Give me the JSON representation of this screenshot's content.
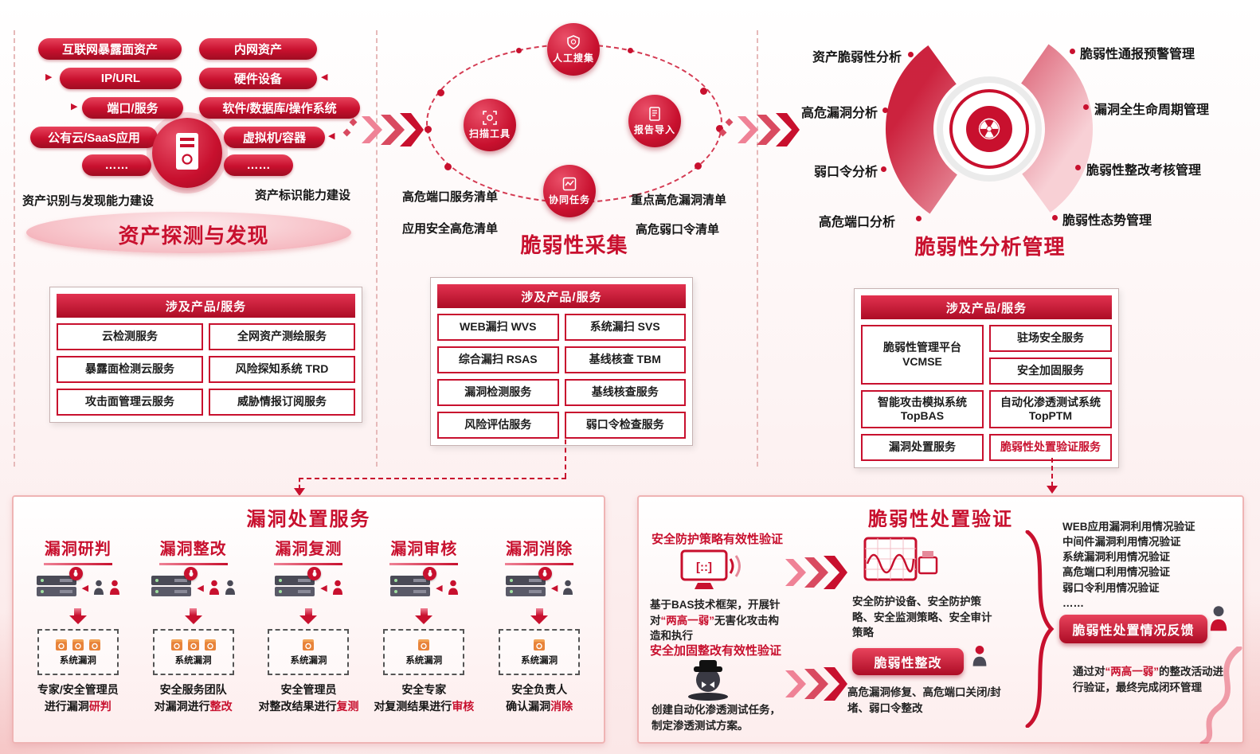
{
  "icons": {
    "radiation": "☢",
    "left_arrow": "◀",
    "right_tri": "▶",
    "monitor_screen": "[::]"
  },
  "asset": {
    "title": "资产探测与发现",
    "pills": [
      "互联网暴露面资产",
      "内网资产",
      "IP/URL",
      "硬件设备",
      "端口/服务",
      "软件/数据库/操作系统",
      "公有云/SaaS应用",
      "虚拟机/容器",
      "……",
      "……"
    ],
    "caption_left": "资产识别与发现能力建设",
    "caption_right": "资产标识能力建设",
    "products": {
      "header": "涉及产品/服务",
      "cells": [
        "云检测服务",
        "全网资产测绘服务",
        "暴露面检测云服务",
        "风险探知系统 TRD",
        "攻击面管理云服务",
        "威胁情报订阅服务"
      ]
    }
  },
  "collect": {
    "title": "脆弱性采集",
    "nodes": [
      "人工搜集",
      "扫描工具",
      "报告导入",
      "协同任务"
    ],
    "left_lists": [
      "高危端口服务清单",
      "应用安全高危清单"
    ],
    "right_lists": [
      "重点高危漏洞清单",
      "高危弱口令清单"
    ],
    "products": {
      "header": "涉及产品/服务",
      "cells": [
        "WEB漏扫 WVS",
        "系统漏扫 SVS",
        "综合漏扫 RSAS",
        "基线核查 TBM",
        "漏洞检测服务",
        "基线核查服务",
        "风险评估服务",
        "弱口令检查服务"
      ]
    }
  },
  "analyze": {
    "title": "脆弱性分析管理",
    "left_labels": [
      "资产脆弱性分析",
      "高危漏洞分析",
      "弱口令分析",
      "高危端口分析"
    ],
    "right_labels": [
      "脆弱性通报预警管理",
      "漏洞全生命周期管理",
      "脆弱性整改考核管理",
      "脆弱性态势管理"
    ],
    "products": {
      "header": "涉及产品/服务",
      "platform_top": "脆弱性管理平台",
      "platform_bottom": "VCMSE",
      "right_stack": [
        "驻场安全服务",
        "安全加固服务"
      ],
      "row2": [
        "智能攻击模拟系统 TopBAS",
        "自动化渗透测试系统 TopPTM"
      ],
      "row3": [
        "漏洞处置服务",
        "脆弱性处置验证服务"
      ]
    }
  },
  "disposal": {
    "title": "漏洞处置服务",
    "sys_vuln_label": "系统漏洞",
    "columns": [
      {
        "header": "漏洞研判",
        "who": "专家/安全管理员",
        "action_pre": "进行漏洞",
        "action_hl": "研判"
      },
      {
        "header": "漏洞整改",
        "who": "安全服务团队",
        "action_pre": "对漏洞进行",
        "action_hl": "整改"
      },
      {
        "header": "漏洞复测",
        "who": "安全管理员",
        "action_pre": "对整改结果进行",
        "action_hl": "复测"
      },
      {
        "header": "漏洞审核",
        "who": "安全专家",
        "action_pre": "对复测结果进行",
        "action_hl": "审核"
      },
      {
        "header": "漏洞消除",
        "who": "安全负责人",
        "action_pre": "确认漏洞",
        "action_hl": "消除"
      }
    ]
  },
  "verify": {
    "title": "脆弱性处置验证",
    "flow1_label": "安全防护策略有效性验证",
    "flow1_desc_pre": "基于BAS技术框架，开展针对",
    "flow1_desc_hl": "“两高一弱”",
    "flow1_desc_post": "无害化攻击构造和执行",
    "flow1_result": "安全防护设备、安全防护策略、安全监测策略、安全审计策略",
    "flow2_label": "安全加固整改有效性验证",
    "flow2_desc": "创建自动化渗透测试任务，制定渗透测试方案。",
    "rectify_button": "脆弱性整改",
    "flow2_result": "高危漏洞修复、高危端口关闭/封堵、弱口令整改",
    "verify_items": [
      "WEB应用漏洞利用情况验证",
      "中间件漏洞利用情况验证",
      "系统漏洞利用情况验证",
      "高危端口利用情况验证",
      "弱口令利用情况验证",
      "……"
    ],
    "feedback_button": "脆弱性处置情况反馈",
    "closing_pre": "通过对",
    "closing_hl": "“两高一弱”",
    "closing_post": "的整改活动进行验证，最终完成闭环管理"
  }
}
